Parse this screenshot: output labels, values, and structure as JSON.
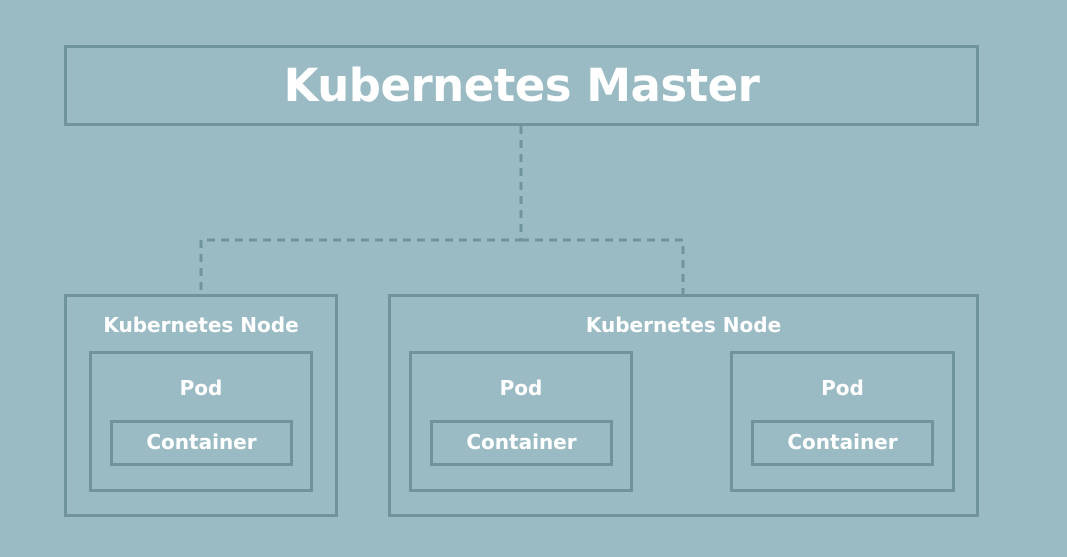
{
  "master": {
    "label": "Kubernetes Master"
  },
  "nodes": [
    {
      "label": "Kubernetes Node",
      "pods": [
        {
          "label": "Pod",
          "container": "Container"
        }
      ]
    },
    {
      "label": "Kubernetes Node",
      "pods": [
        {
          "label": "Pod",
          "container": "Container"
        },
        {
          "label": "Pod",
          "container": "Container"
        }
      ]
    }
  ],
  "colors": {
    "background": "#9bbbc4",
    "border": "#6f949e",
    "text": "#ffffff"
  }
}
